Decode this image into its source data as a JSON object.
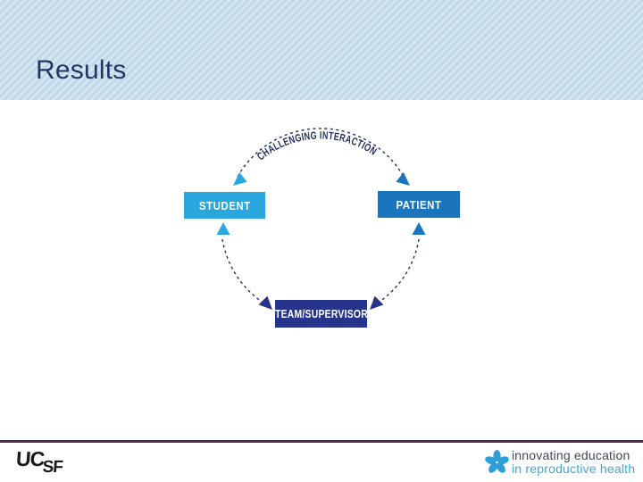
{
  "slide": {
    "title": "Results"
  },
  "diagram": {
    "arc_label": "CHALLENGING INTERACTION",
    "line_color": "#1f2f5e",
    "nodes": [
      {
        "id": "student",
        "label": "STUDENT",
        "color": "#29a8df"
      },
      {
        "id": "patient",
        "label": "PATIENT",
        "color": "#1b75bc"
      },
      {
        "id": "team",
        "label": "TEAM/SUPERVISOR",
        "color": "#27348b"
      }
    ]
  },
  "footer": {
    "divider_color": "#522950",
    "ucsf_logo": {
      "uc": "UC",
      "sf": "SF"
    },
    "brand": {
      "icon": "flower-icon",
      "icon_color": "#2d9fd8",
      "line1": "innovating education",
      "line2": "in reproductive health",
      "line1_color": "#3d4a57",
      "line2_color": "#42a8d5"
    }
  },
  "theme": {
    "header_stripe_light": "#d6e6f1",
    "header_stripe_dark": "#bfd9e9",
    "title_color": "#1f3864"
  }
}
